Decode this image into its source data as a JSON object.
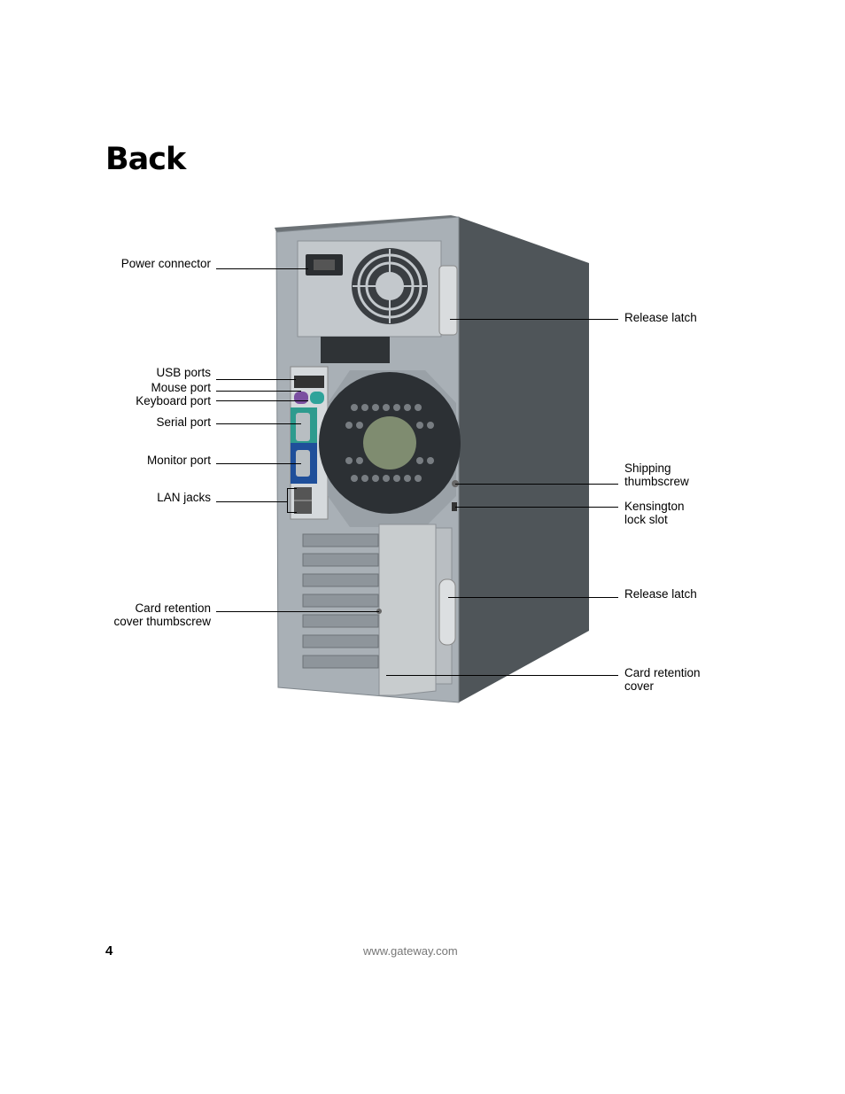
{
  "heading": "Back",
  "labels": {
    "power_connector": "Power connector",
    "usb_ports": "USB ports",
    "mouse_port": "Mouse port",
    "keyboard_port": "Keyboard port",
    "serial_port": "Serial port",
    "monitor_port": "Monitor port",
    "lan_jacks": "LAN jacks",
    "card_retention_thumbscrew_1": "Card retention",
    "card_retention_thumbscrew_2": "cover thumbscrew",
    "release_latch_top": "Release latch",
    "shipping_thumbscrew_1": "Shipping",
    "shipping_thumbscrew_2": "thumbscrew",
    "kensington_1": "Kensington",
    "kensington_2": "lock slot",
    "release_latch_bottom": "Release latch",
    "card_retention_cover_1": "Card retention",
    "card_retention_cover_2": "cover"
  },
  "footer": {
    "page_number": "4",
    "url": "www.gateway.com"
  }
}
